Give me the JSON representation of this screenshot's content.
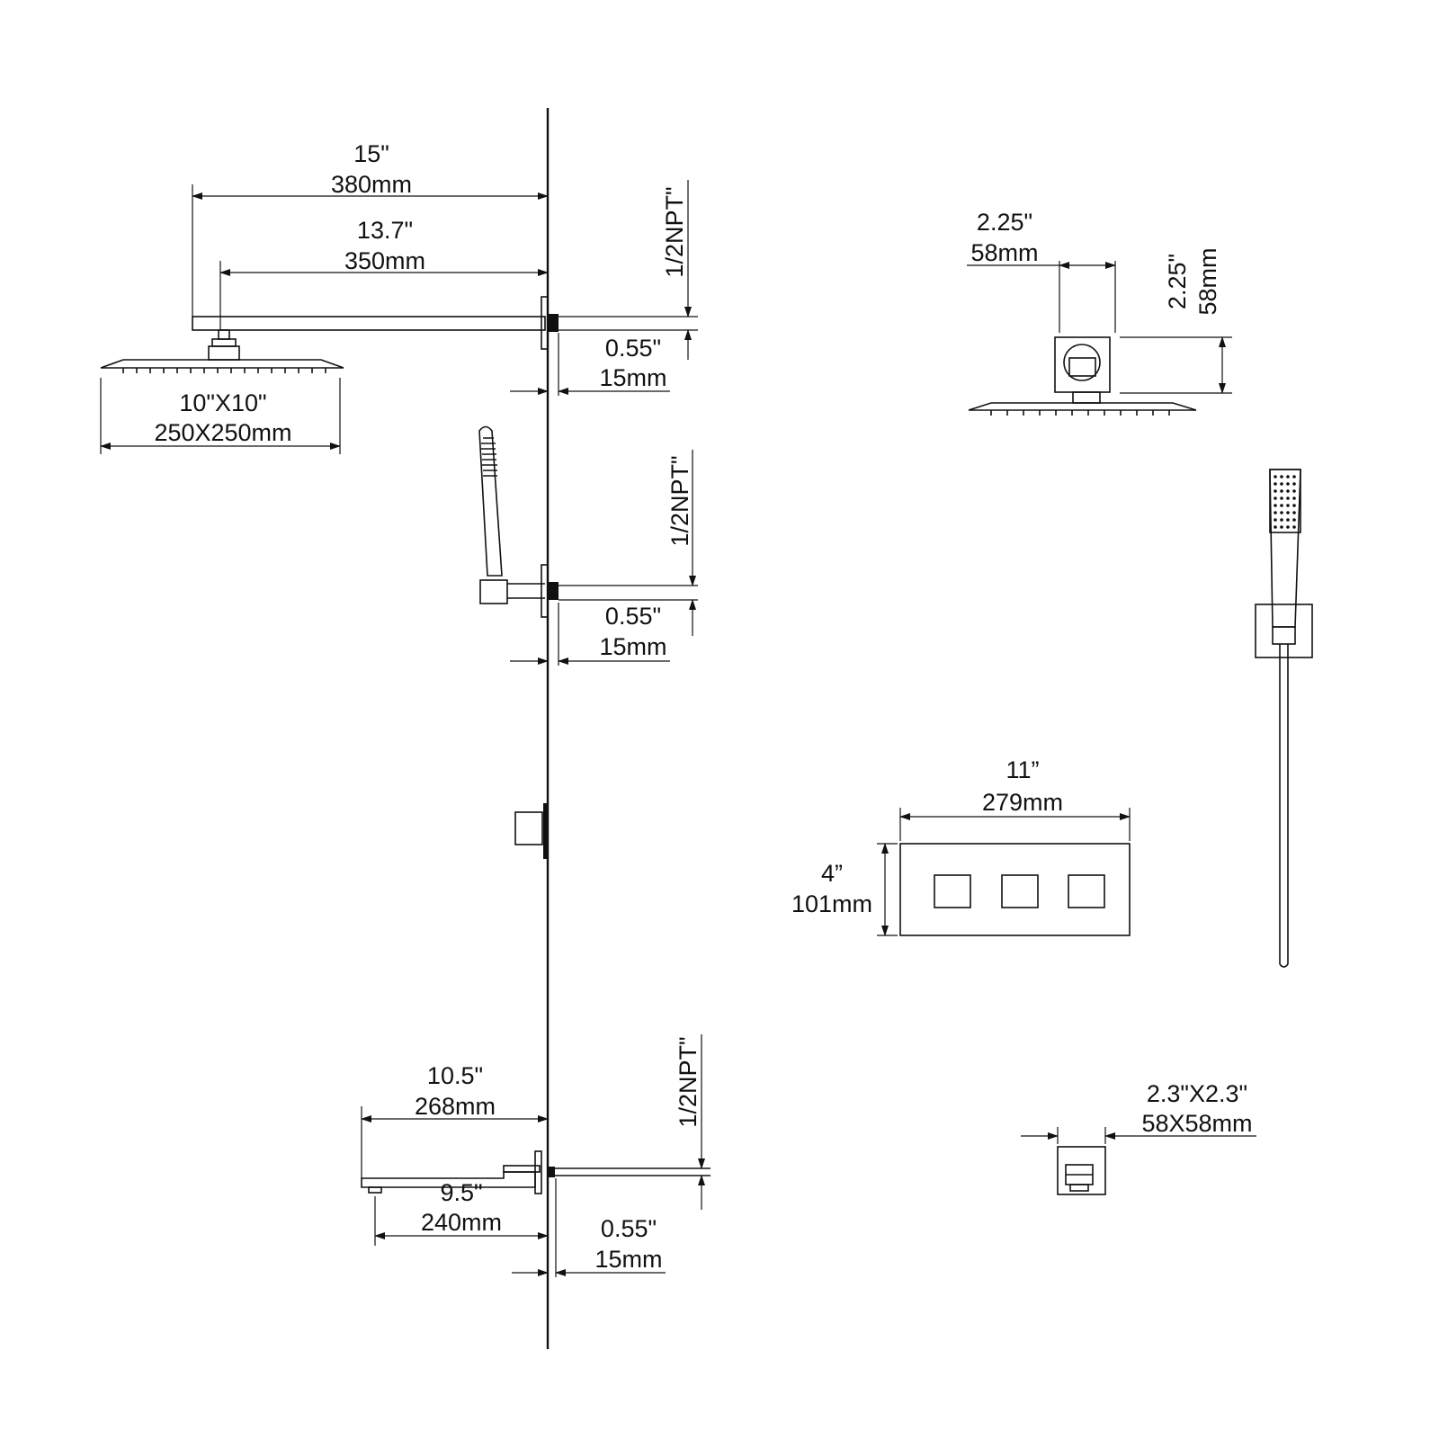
{
  "labels": {
    "head_arm_overall_in": "15\"",
    "head_arm_overall_mm": "380mm",
    "head_arm_in": "13.7\"",
    "head_arm_mm": "350mm",
    "head_npt": "1/2NPT\"",
    "head_offset_in": "0.55\"",
    "head_offset_mm": "15mm",
    "head_size_in": "10\"X10\"",
    "head_size_mm": "250X250mm",
    "hand_npt": "1/2NPT\"",
    "hand_offset_in": "0.55\"",
    "hand_offset_mm": "15mm",
    "spout_overall_in": "10.5\"",
    "spout_overall_mm": "268mm",
    "spout_npt": "1/2NPT\"",
    "spout_reach_in": "9.5\"",
    "spout_reach_mm": "240mm",
    "spout_offset_in": "0.55\"",
    "spout_offset_mm": "15mm",
    "flange_w_in": "2.25\"",
    "flange_w_mm": "58mm",
    "flange_h_in": "2.25\"",
    "flange_h_mm": "58mm",
    "valve_w_in": "11”",
    "valve_w_mm": "279mm",
    "valve_h_in": "4”",
    "valve_h_mm": "101mm",
    "outlet_size_in": "2.3\"X2.3\"",
    "outlet_size_mm": "58X58mm"
  },
  "icons": [
    "rain-shower-head",
    "hand-shower",
    "tub-spout",
    "diverter-valve-trim",
    "wall-outlet-elbow"
  ]
}
